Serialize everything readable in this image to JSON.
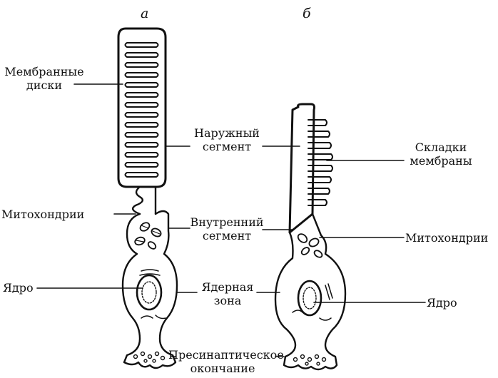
{
  "panels": {
    "a": "а",
    "b": "б"
  },
  "labels": {
    "membrane_disks": [
      "Мембранные",
      "диски"
    ],
    "outer_segment": [
      "Наружный",
      "сегмент"
    ],
    "membrane_folds": [
      "Складки",
      "мембраны"
    ],
    "mitochondria_left": "Митохондрии",
    "inner_segment": [
      "Внутренний",
      "сегмент"
    ],
    "mitochondria_right": "Митохондрии",
    "nucleus_left": "Ядро",
    "nuclear_zone": [
      "Ядерная",
      "зона"
    ],
    "nucleus_right": "Ядро",
    "presynaptic": [
      "Пресинаптическое",
      "окончание"
    ]
  }
}
